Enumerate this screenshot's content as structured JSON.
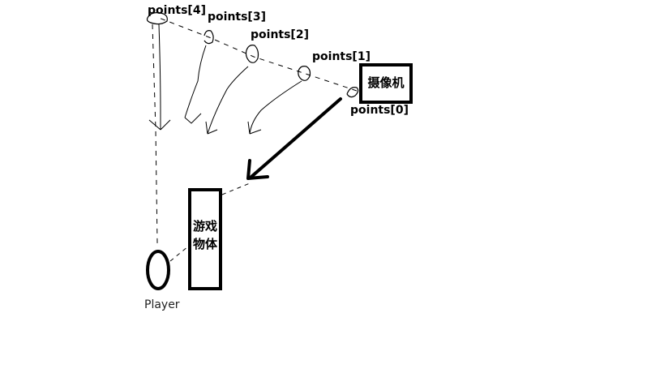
{
  "labels": {
    "points": [
      "points[0]",
      "points[1]",
      "points[2]",
      "points[3]",
      "points[4]"
    ],
    "camera": "摄像机",
    "object_line1": "游戏",
    "object_line2": "物体",
    "player": "Player"
  },
  "colors": {
    "ink": "#000000",
    "background": "#ffffff"
  }
}
